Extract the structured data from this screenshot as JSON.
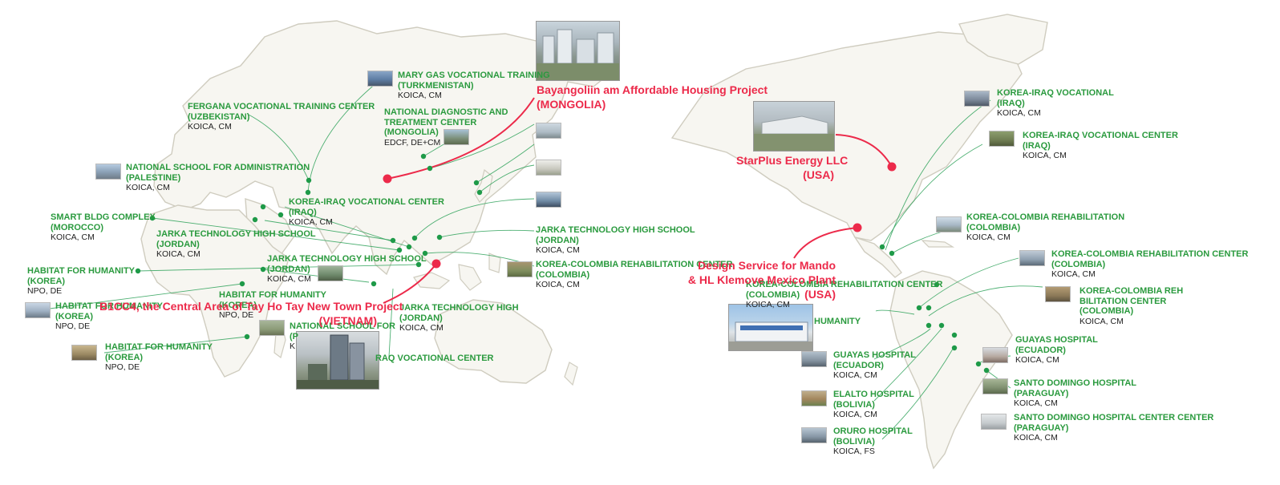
{
  "labels": [
    {
      "title": "MARY GAS VOCATIONAL TRAINING",
      "title2": "(TURKMENISTAN)",
      "sub": "KOICA, CM"
    },
    {
      "title": "FERGANA VOCATIONAL TRAINING CENTER",
      "title2": "(UZBEKISTAN)",
      "sub": "KOICA, CM"
    },
    {
      "title": "NATIONAL DIAGNOSTIC AND",
      "title2": "TREATMENT CENTER",
      "title3": "(MONGOLIA)",
      "sub": "EDCF, DE+CM"
    },
    {
      "title": "NATIONAL SCHOOL FOR ADMINISTRATION",
      "title2": "(PALESTINE)",
      "sub": "KOICA, CM"
    },
    {
      "title": "KOREA-IRAQ VOCATIONAL CENTER",
      "title2": "(IRAQ)",
      "sub": "KOICA, CM"
    },
    {
      "title": "SMART BLDG COMPLEX",
      "title2": "(MOROCCO)",
      "sub": "KOICA, CM"
    },
    {
      "title": "JARKA TECHNOLOGY HIGH SCHOOL",
      "title2": "(JORDAN)",
      "sub": "KOICA, CM"
    },
    {
      "title": "JARKA TECHNOLOGY HIGH SCHOOL",
      "title2": "(JORDAN)",
      "sub": "KOICA, CM"
    },
    {
      "title": "JARKA TECHNOLOGY HIGH SCHOOL",
      "title2": "(JORDAN)",
      "sub": "KOICA, CM"
    },
    {
      "title": "KOREA-COLOMBIA REHABILITATION CENTER",
      "title2": "(COLOMBIA)",
      "sub": "KOICA, CM"
    },
    {
      "title": "HABITAT FOR HUMANITY",
      "title2": "(KOREA)",
      "sub": "NPO, DE"
    },
    {
      "title": "HABITAT FOR HUMANITY",
      "title2": "(KOREA)",
      "sub": "NPO, DE"
    },
    {
      "title": "HABITAT FOR HUMANITY",
      "title2": "(KOREA)",
      "sub": "NPO, DE"
    },
    {
      "title": "HABITAT FOR HUMANITY",
      "title2": "(KOREA)",
      "sub": "NPO, DE"
    },
    {
      "title": "JARKA TECHNOLOGY HIGH",
      "title2": "(JORDAN)",
      "sub": "KOICA, CM"
    },
    {
      "title": "NATIONAL SCHOOL FOR",
      "title2": "(P",
      "sub": "K"
    },
    {
      "title": "RAQ VOCATIONAL CENTER"
    },
    {
      "title": "KOREA-IRAQ VOCATIONAL",
      "title2": "(IRAQ)",
      "sub": "KOICA, CM"
    },
    {
      "title": "KOREA-IRAQ VOCATIONAL CENTER",
      "title2": "(IRAQ)",
      "sub": "KOICA, CM"
    },
    {
      "title": "KOREA-COLOMBIA REHABILITATION",
      "title2": "(COLOMBIA)",
      "sub": "KOICA, CM"
    },
    {
      "title": "KOREA-COLOMBIA REHABILITATION CENTER",
      "title2": "(COLOMBIA)",
      "sub": "KOICA, CM"
    },
    {
      "title": "KOREA-COLOMBIA REH",
      "title2": "BILITATION CENTER",
      "title3": "(COLOMBIA)",
      "sub": "KOICA, CM"
    },
    {
      "title": "KOREA-COLOMBIA REHABILITATION CENTER",
      "title2": "(COLOMBIA)",
      "sub": "KOICA, CM"
    },
    {
      "title": "HUMANITY"
    },
    {
      "title": "GUAYAS HOSPITAL",
      "title2": "(ECUADOR)",
      "sub": "KOICA, CM"
    },
    {
      "title": "GUAYAS HOSPITAL",
      "title2": "(ECUADOR)",
      "sub": "KOICA, CM"
    },
    {
      "title": "ELALTO HOSPITAL",
      "title2": "(BOLIVIA)",
      "sub": "KOICA, CM"
    },
    {
      "title": "SANTO DOMINGO HOSPITAL",
      "title2": "(PARAGUAY)",
      "sub": "KOICA, CM"
    },
    {
      "title": "SANTO DOMINGO HOSPITAL CENTER CENTER",
      "title2": "(PARAGUAY)",
      "sub": "KOICA, CM"
    },
    {
      "title": "ORURO HOSPITAL",
      "title2": "(BOLIVIA)",
      "sub": "KOICA, FS"
    }
  ],
  "featured": [
    {
      "name": "Bayangoliin am Affordable Housing Project",
      "country": "(MONGOLIA)"
    },
    {
      "name": "StarPlus Energy LLC",
      "country": "(USA)"
    },
    {
      "name": "Design Service for Mando",
      "name2": "& HL Klemove Mexico Plant",
      "country": "(USA)"
    },
    {
      "name": "B1CC4, the Central Area of Tay Ho Tay New Town Project",
      "country": "(VIETNAM)"
    }
  ],
  "colors": {
    "green": "#2a9a3e",
    "red": "#ec2a4a",
    "land": "#f7f6f1",
    "coast": "#cfccbf"
  }
}
